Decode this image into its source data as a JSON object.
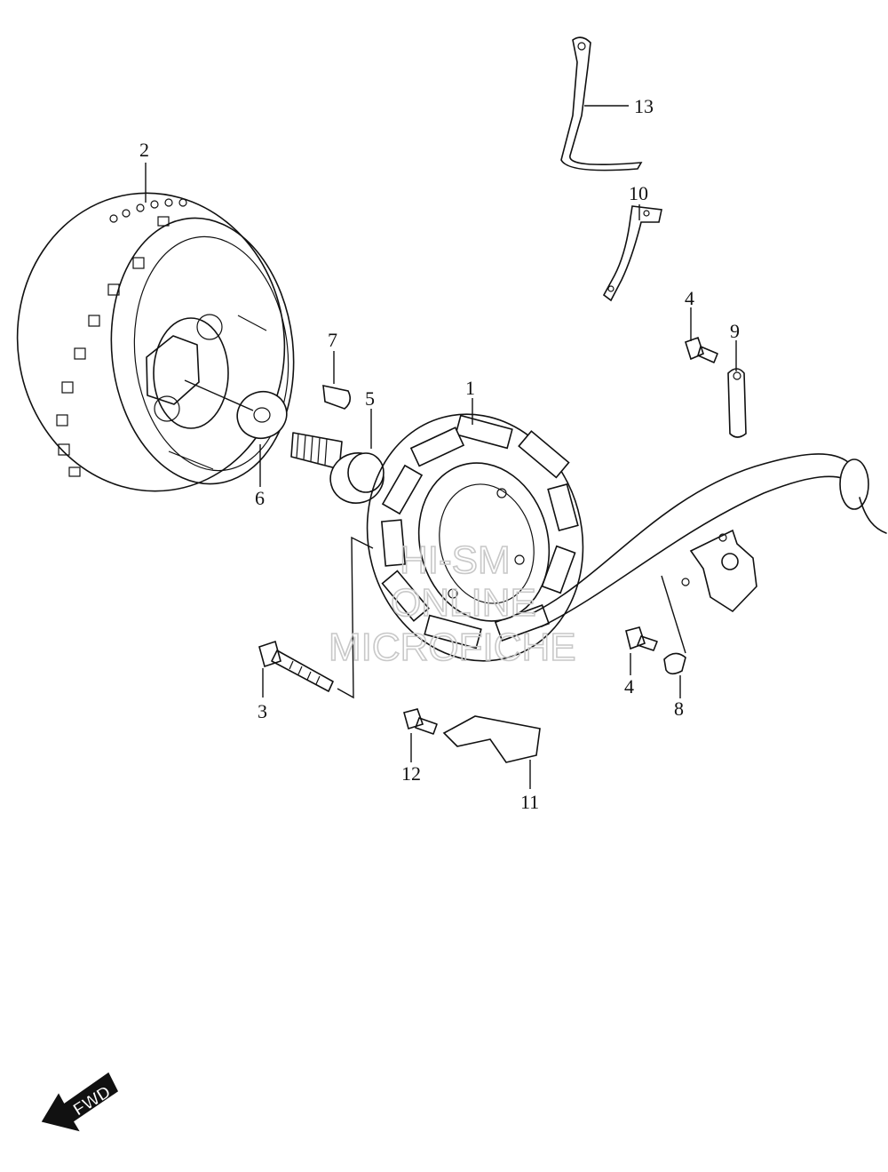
{
  "callouts": [
    {
      "id": "1",
      "label": "1"
    },
    {
      "id": "2",
      "label": "2"
    },
    {
      "id": "3",
      "label": "3"
    },
    {
      "id": "4a",
      "label": "4"
    },
    {
      "id": "4b",
      "label": "4"
    },
    {
      "id": "5",
      "label": "5"
    },
    {
      "id": "6",
      "label": "6"
    },
    {
      "id": "7",
      "label": "7"
    },
    {
      "id": "8",
      "label": "8"
    },
    {
      "id": "9",
      "label": "9"
    },
    {
      "id": "10",
      "label": "10"
    },
    {
      "id": "11",
      "label": "11"
    },
    {
      "id": "12",
      "label": "12"
    },
    {
      "id": "13",
      "label": "13"
    }
  ],
  "watermark": {
    "line1": "HI-SM",
    "line2": "ONLINE",
    "line3": "MICROFICHE"
  },
  "direction_badge": {
    "label": "FWD",
    "icon": "fwd-arrow-icon"
  },
  "colors": {
    "line": "#111111",
    "watermark": "#c8c8c8",
    "background": "#ffffff"
  }
}
